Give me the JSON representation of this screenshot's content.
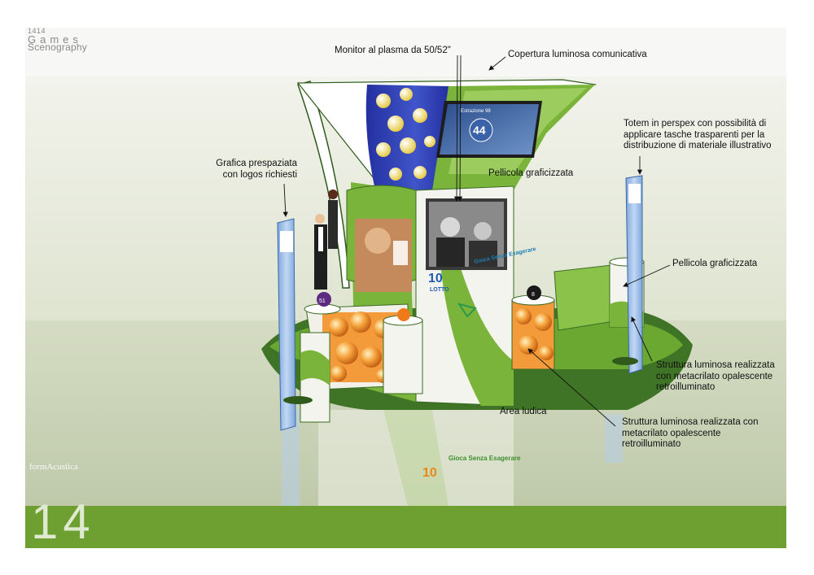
{
  "brand": {
    "number": "1414",
    "games": "Games",
    "scenography": "Scenography"
  },
  "footer": {
    "logo_text": "formAcustica",
    "page_number": "14"
  },
  "annotations": {
    "monitor": "Monitor al plasma da 50/52\"",
    "copertura": "Copertura luminosa comunicativa",
    "totem": [
      "Totem in perspex con possibilità di",
      "applicare tasche trasparenti per la",
      "distribuzione di materiale illustrativo"
    ],
    "grafica": [
      "Grafica prespaziata",
      "con logos richiesti"
    ],
    "pellicola_center": "Pellicola graficizzata",
    "pellicola_right": "Pellicola graficizzata",
    "struttura_1": [
      "Struttura luminosa realizzata",
      "con metacrilato opalescente",
      "retroilluminato"
    ],
    "area_ludica": "Area ludica",
    "struttura_2": [
      "Struttura luminosa realizzata con",
      "metacrilato opalescente",
      "retroilluminato"
    ]
  },
  "screen": {
    "header": "Estrazione 98",
    "number": "44"
  },
  "graphics": {
    "logo_10": "10",
    "logo_lotto": "LOTTO",
    "logo_slogan": "Gioca Senza Esagerare",
    "reflection_10": "10",
    "reflection_slogan": "Gioca Senza Esagerare",
    "ball_number": "51",
    "ball_number_2": "8"
  },
  "colors": {
    "green_band": "#6ea031",
    "wall": "#e7eadc",
    "floor": "#c9d2b7",
    "kiosk_green": "#7ab43a",
    "dark_green": "#3b6b23",
    "canopy_blue": "#2a3ea8",
    "totem_blue": "#9bbde6",
    "annotation_text": "#111111"
  }
}
